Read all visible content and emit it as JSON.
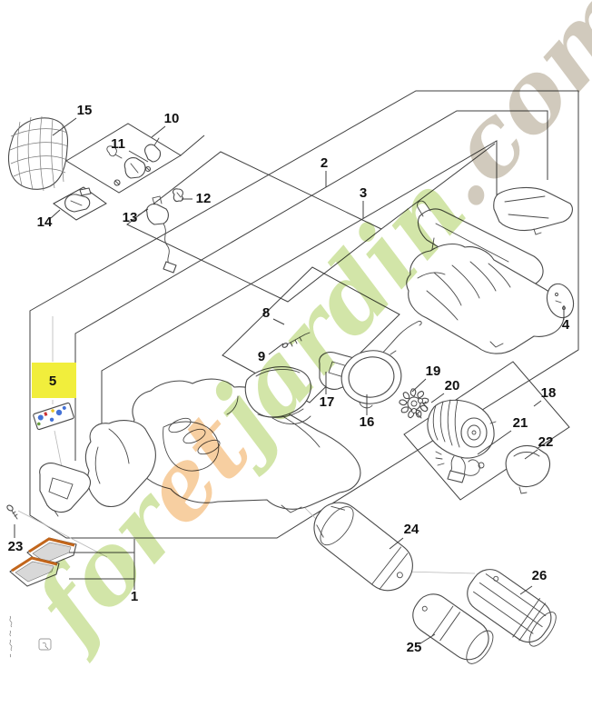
{
  "diagram": {
    "highlighted_part": "5",
    "highlight_color": "#f1ee3c"
  },
  "callouts": {
    "n1": "1",
    "n2": "2",
    "n3": "3",
    "n4": "4",
    "n5": "5",
    "n8": "8",
    "n9": "9",
    "n10": "10",
    "n11": "11",
    "n12": "12",
    "n13": "13",
    "n14": "14",
    "n15": "15",
    "n16": "16",
    "n17": "17",
    "n18": "18",
    "n19": "19",
    "n20": "20",
    "n21": "21",
    "n22": "22",
    "n23": "23",
    "n24": "24",
    "n25": "25",
    "n26": "26"
  },
  "watermark": {
    "letters": [
      "f",
      "o",
      "r",
      "e",
      "t",
      "j",
      "a",
      "r",
      "d",
      "i",
      "n"
    ],
    "suffix": ".com",
    "colors": {
      "green": "#c8df95",
      "orange": "#f6c48c",
      "tan": "#c7beae"
    }
  },
  "palette": {
    "line": "#4a4a4a",
    "construction": "#3f3f3f",
    "vane_orange": "#c2661c",
    "vane_gray": "#d8d8d8",
    "sticker_blue": "#4472d6"
  }
}
